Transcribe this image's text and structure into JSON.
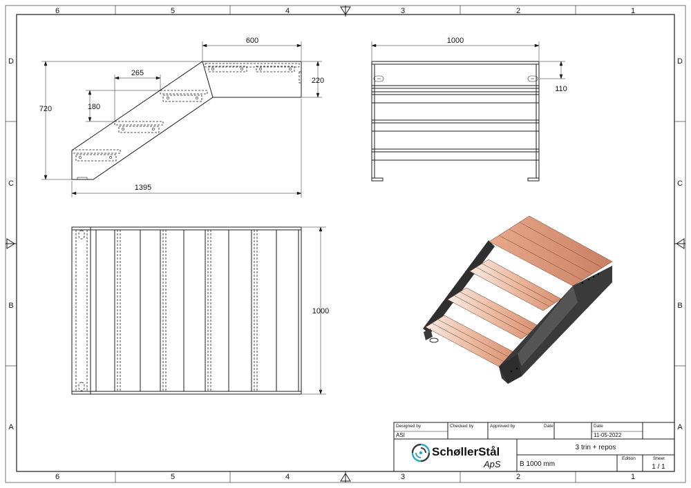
{
  "sheet": {
    "zones_top": [
      "6",
      "5",
      "4",
      "3",
      "2",
      "1"
    ],
    "zones_bottom": [
      "6",
      "5",
      "4",
      "3",
      "2",
      "1"
    ],
    "rows_left": [
      "D",
      "C",
      "B",
      "A"
    ],
    "rows_right": [
      "D",
      "C",
      "B",
      "A"
    ]
  },
  "side_view": {
    "dims": {
      "width_top": "600",
      "step_depth": "265",
      "riser": "180",
      "height": "720",
      "top_height": "220",
      "length": "1395"
    }
  },
  "front_view": {
    "dims": {
      "width": "1000",
      "slot_offset": "110"
    }
  },
  "top_view": {
    "dims": {
      "width": "1000"
    }
  },
  "title_block": {
    "designed_by_label": "Designed by",
    "designed_by": "ASI",
    "checked_by_label": "Checked by",
    "approved_by_label": "Approved by",
    "date_label_1": "Date",
    "date_label_2": "Date",
    "date": "11-05-2022",
    "company_name": "SchøllerStål",
    "company_suffix": "ApS",
    "title": "3 trin + repos",
    "subtitle": "B 1000 mm",
    "edition_label": "Edition",
    "sheet_label": "Sheet",
    "sheet": "1 / 1"
  },
  "colors": {
    "wood_light": "#f6e3d8",
    "wood_mid": "#e8a98b",
    "wood_dark": "#c97f63",
    "steel": "#3a3a3a",
    "steel_light": "#5a5a5a"
  }
}
